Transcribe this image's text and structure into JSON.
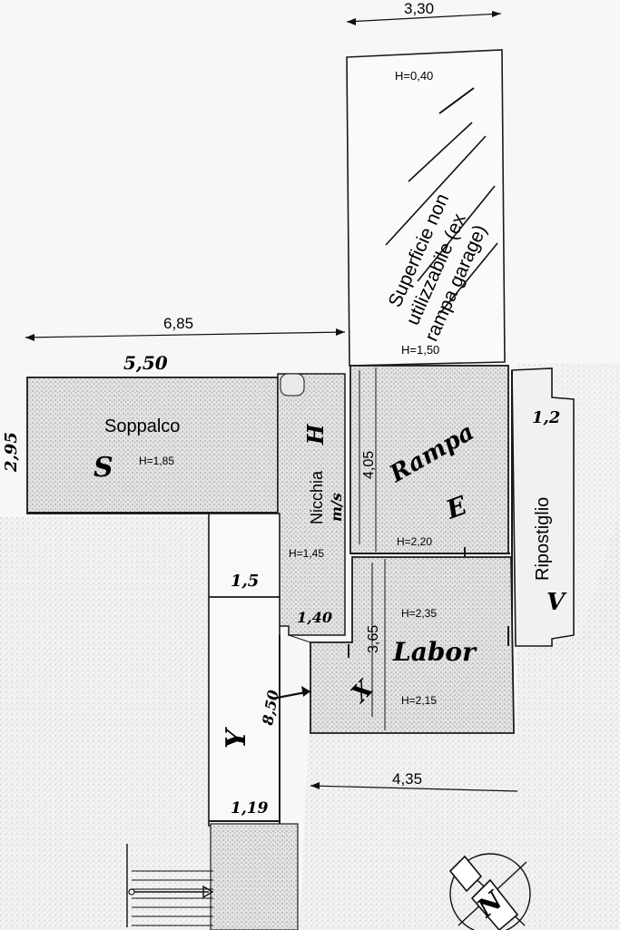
{
  "dimensions": {
    "top_width": "3,30",
    "overall_width": "6,85",
    "soppalco_width": "5,50",
    "soppalco_depth": "2,95",
    "rampa_depth": "4,05",
    "labor_depth": "3,65",
    "labor_width": "4,35",
    "corridor_width": "1,5",
    "nicchia_width": "1,40",
    "corridor_length": "8,50",
    "stair_width": "1,19",
    "ripostiglio_width": "1,2"
  },
  "rooms": {
    "superficie": {
      "label_lines": [
        "Superficie non",
        "utilizzabile (ex",
        "rampa garage)"
      ],
      "height_top": "H=0,40",
      "height_bottom": "H=1,50"
    },
    "soppalco": {
      "label": "Soppalco",
      "height": "H=1,85",
      "mark": "S"
    },
    "nicchia": {
      "label": "Nicchia",
      "mark": "H",
      "height": "H=1,45",
      "handwritten": "m/s"
    },
    "rampa": {
      "label": "Rampa",
      "height": "H=2,20",
      "mark": "E"
    },
    "ripostiglio": {
      "label": "Ripostiglio",
      "mark": "V"
    },
    "labor": {
      "label": "Labor",
      "height_top": "H=2,35",
      "height_bottom": "H=2,15",
      "mark": "X"
    },
    "corridor": {
      "mark": "Y"
    }
  },
  "compass": {
    "letter": "N"
  },
  "colors": {
    "room_fill": "#b9b9b9",
    "room_fill_dark": "#a8a8a8",
    "outline": "#1a1a1a",
    "paper": "#f7f7f5"
  }
}
